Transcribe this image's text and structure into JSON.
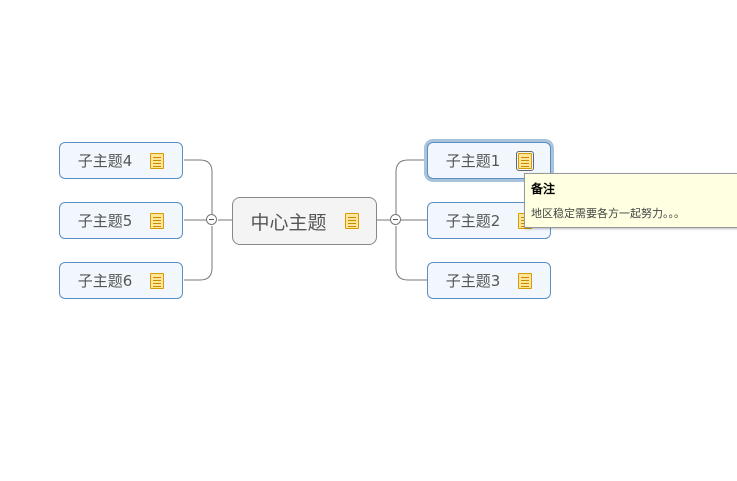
{
  "mindmap": {
    "central_topic": "中心主题",
    "subtopics_right": [
      "子主题1",
      "子主题2",
      "子主题3"
    ],
    "subtopics_left": [
      "子主题4",
      "子主题5",
      "子主题6"
    ],
    "selected_topic": "子主题1"
  },
  "note_tooltip": {
    "title": "备注",
    "text": "地区稳定需要各方一起努力。。。"
  },
  "icons": {
    "note": "note-icon",
    "collapse": "collapse-minus-icon"
  },
  "colors": {
    "topic_border": "#5b8fc4",
    "topic_fill": "#f1f7fd",
    "central_fill": "#f4f4f4",
    "tooltip_fill": "#ffffe1",
    "note_icon": "#ffe69a"
  }
}
